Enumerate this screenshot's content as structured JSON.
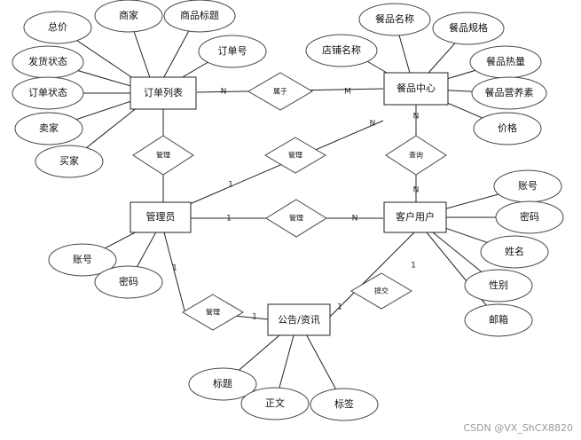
{
  "entities": {
    "order_list": "订单列表",
    "meal_center": "餐品中心",
    "admin": "管理员",
    "customer": "客户用户",
    "notice": "公告/资讯"
  },
  "relationships": {
    "belongs": "属于",
    "manage_order": "管理",
    "manage_meal": "管理",
    "manage_user": "管理",
    "view": "查询",
    "manage_notice": "管理",
    "submit": "提交"
  },
  "attributes": {
    "order_list": [
      "总价",
      "商家",
      "商品标题",
      "订单号",
      "发货状态",
      "订单状态",
      "卖家",
      "买家"
    ],
    "meal_center": [
      "餐品名称",
      "餐品规格",
      "店铺名称",
      "餐品热量",
      "餐品营养素",
      "价格"
    ],
    "admin": [
      "账号",
      "密码"
    ],
    "customer": [
      "账号",
      "密码",
      "姓名",
      "性别",
      "邮箱"
    ],
    "notice": [
      "标题",
      "正文",
      "标签"
    ]
  },
  "cardinalities": {
    "order_belongs": "N",
    "belongs_meal": "M",
    "admin_manage_meal": "1",
    "manage_meal_side": "N",
    "meal_view": "N",
    "view_customer": "N",
    "admin_manage_user": "1",
    "manage_user_customer": "N",
    "admin_manage_notice": "1",
    "manage_notice_side": "1",
    "notice_submit": "1",
    "submit_customer": "1"
  },
  "watermark": "CSDN @VX_ShCX8820"
}
